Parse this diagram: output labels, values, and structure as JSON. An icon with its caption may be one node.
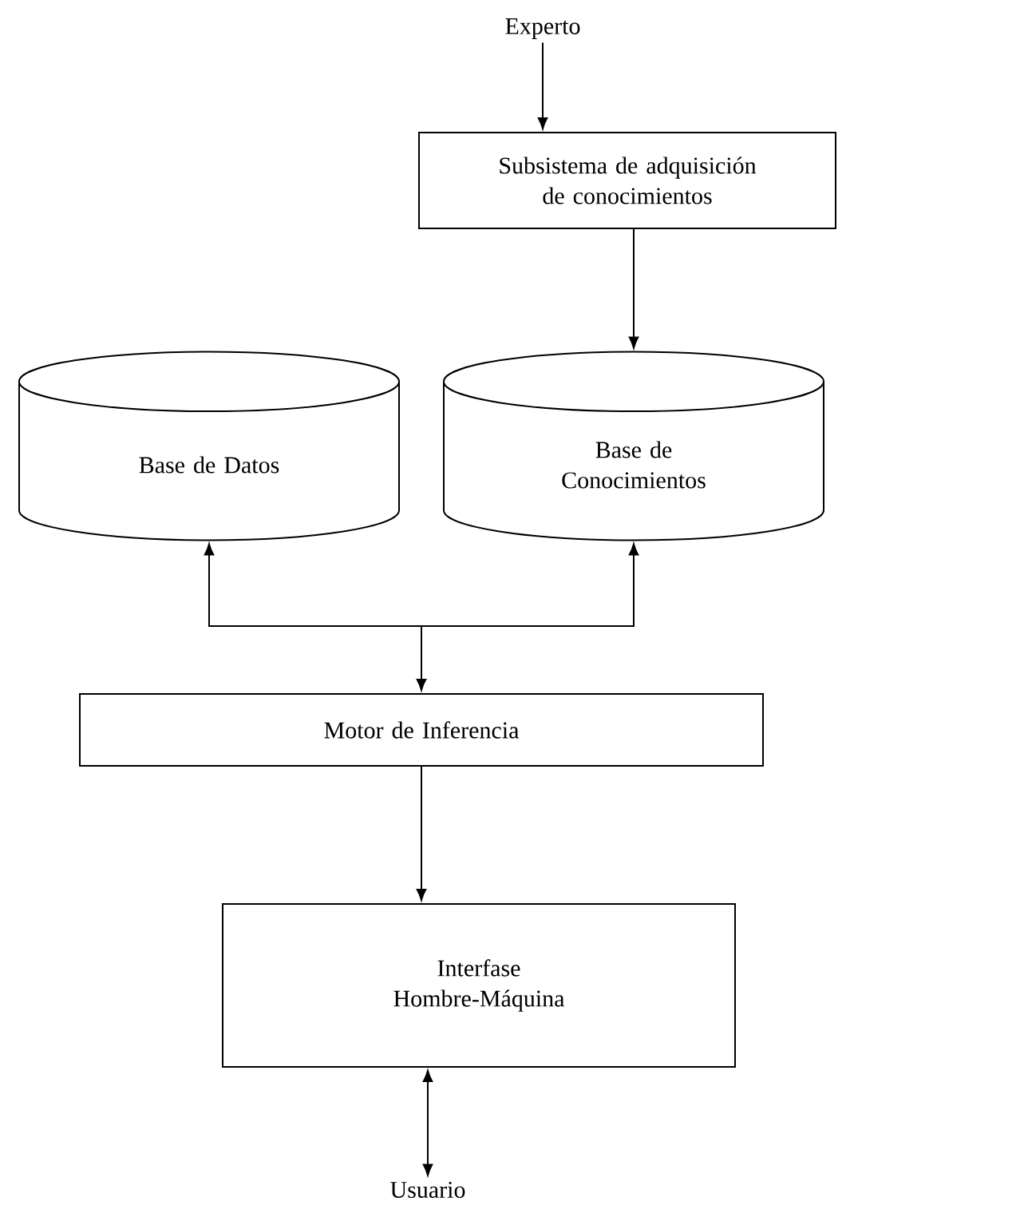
{
  "diagram": {
    "nodes": [
      {
        "text": [
          "Experto"
        ]
      },
      {
        "text": [
          "Subsistema de adquisición de conocimientos"
        ]
      },
      {
        "text": [
          "Base de Datos"
        ]
      },
      {
        "text": [
          "Base de Conocimientos"
        ]
      },
      {
        "text": [
          "Motor de Inferencia"
        ]
      },
      {
        "text": [
          "Interfase Hombre-Máquina"
        ]
      },
      {
        "text": [
          "Usuario"
        ]
      }
    ],
    "edges": [
      {
        "from": 0,
        "to": 1,
        "arrow": "to"
      },
      {
        "from": 1,
        "to": 3,
        "arrow": "to"
      },
      {
        "from": 4,
        "to": 2,
        "arrow": "both"
      },
      {
        "from": 4,
        "to": 3,
        "arrow": "both"
      },
      {
        "from": 4,
        "to": 5,
        "arrow": "to"
      },
      {
        "from": 5,
        "to": 6,
        "arrow": "both"
      }
    ]
  }
}
